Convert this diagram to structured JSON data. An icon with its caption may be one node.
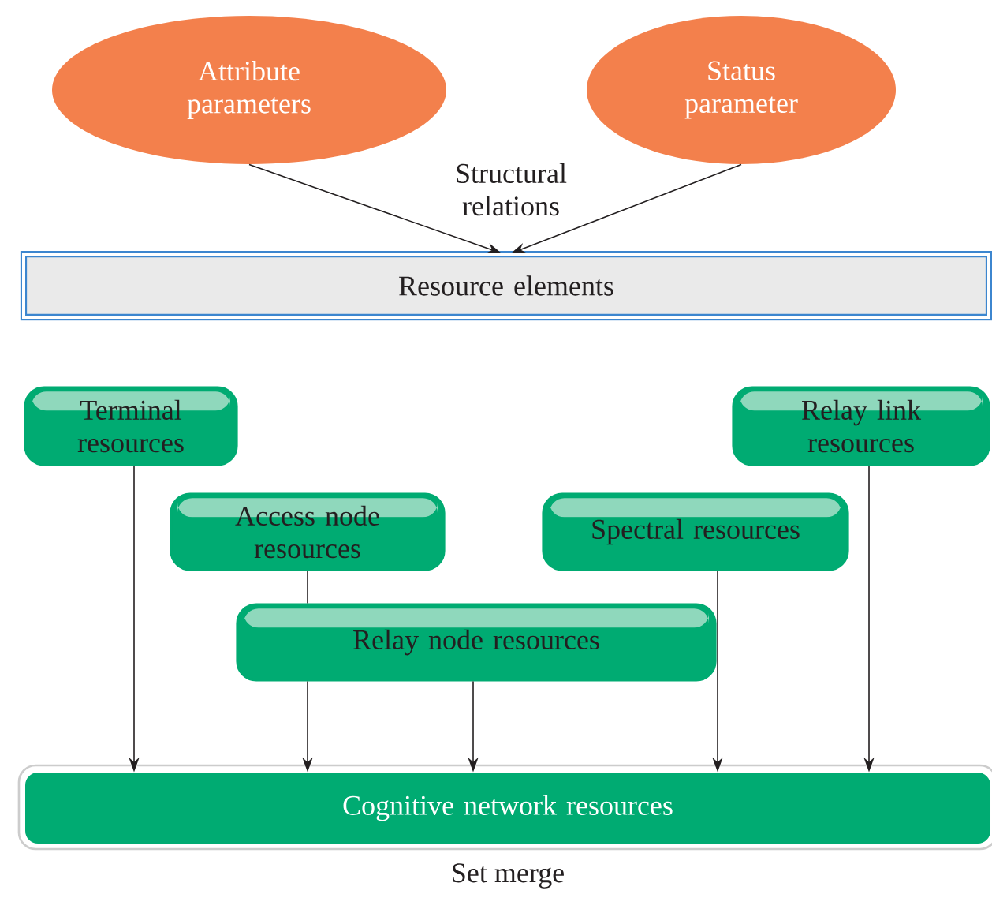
{
  "diagram": {
    "nodes": [
      {
        "text": [
          "Attribute parameters"
        ]
      },
      {
        "text": [
          "Status parameter"
        ]
      },
      {
        "text": [
          "Resource elements"
        ]
      },
      {
        "text": [
          "Terminal resources"
        ]
      },
      {
        "text": [
          "Relay link resources"
        ]
      },
      {
        "text": [
          "Access node resources"
        ]
      },
      {
        "text": [
          "Spectral resources"
        ]
      },
      {
        "text": [
          "Relay node resources"
        ]
      },
      {
        "text": [
          "Cognitive network resources"
        ],
        "beside": [
          "Set merge"
        ]
      }
    ],
    "edges": [
      {
        "from": 0,
        "to": 2,
        "arrow": "to"
      },
      {
        "from": 1,
        "to": 2,
        "arrow": "to"
      },
      {
        "from": 3,
        "to": 8,
        "arrow": "to"
      },
      {
        "from": 5,
        "to": 7,
        "arrow": "none"
      },
      {
        "from": 7,
        "to": 8,
        "arrow": "to"
      },
      {
        "from": 7,
        "to": 8,
        "arrow": "to"
      },
      {
        "from": 6,
        "to": 8,
        "arrow": "to"
      },
      {
        "from": 4,
        "to": 8,
        "arrow": "to"
      }
    ],
    "labels": [
      "Structural relations"
    ]
  }
}
